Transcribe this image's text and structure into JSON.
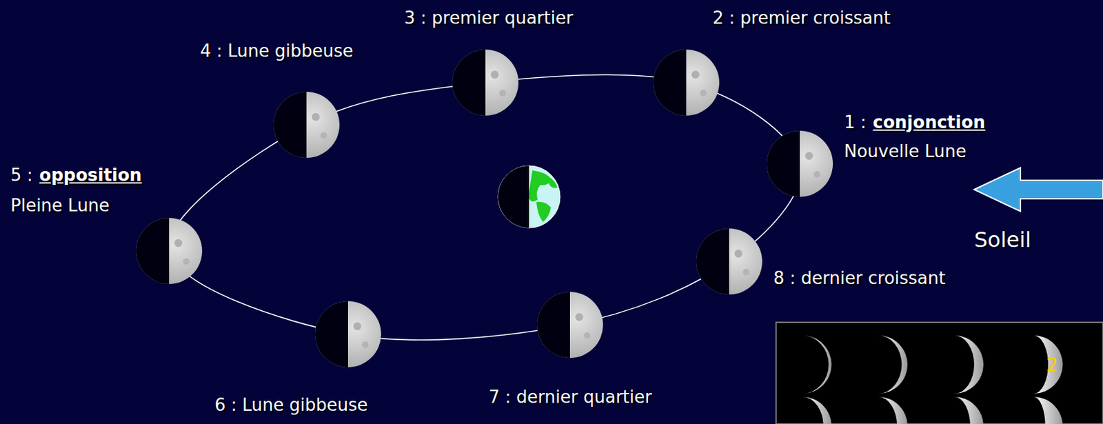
{
  "diagram": {
    "labels": [
      "3 : premier quartier",
      "2 : premier croissant",
      "4 : Lune gibbeuse",
      "1 :",
      "conjonction",
      "Nouvelle Lune",
      "5 :",
      "opposition",
      "Pleine Lune",
      "Soleil",
      "8 : dernier croissant",
      "6 : Lune gibbeuse",
      "7 : dernier quartier",
      "2"
    ]
  }
}
